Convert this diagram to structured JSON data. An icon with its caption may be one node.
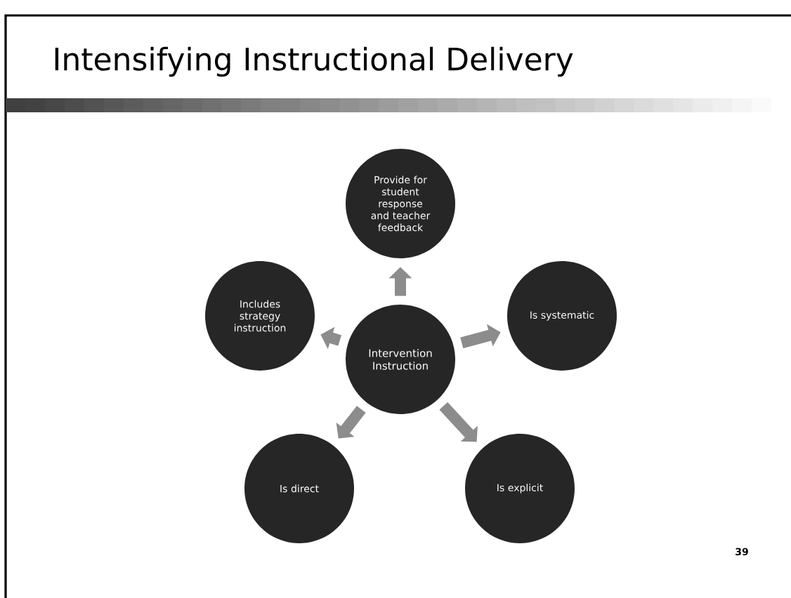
{
  "diagram": {
    "title": "Intensifying Instructional Delivery",
    "nodes": [
      {
        "text": [
          "Intervention Instruction"
        ]
      },
      {
        "text": [
          "Provide for student response and teacher feedback"
        ]
      },
      {
        "text": [
          "Is systematic"
        ]
      },
      {
        "text": [
          "Is explicit"
        ]
      },
      {
        "text": [
          "Is direct"
        ]
      },
      {
        "text": [
          "Includes strategy instruction"
        ]
      }
    ],
    "edges": [
      {
        "from": 0,
        "to": 1,
        "arrow": "to"
      },
      {
        "from": 0,
        "to": 2,
        "arrow": "to"
      },
      {
        "from": 0,
        "to": 3,
        "arrow": "to"
      },
      {
        "from": 0,
        "to": 4,
        "arrow": "to"
      },
      {
        "from": 0,
        "to": 5,
        "arrow": "to"
      }
    ],
    "labels": [
      "39"
    ]
  }
}
